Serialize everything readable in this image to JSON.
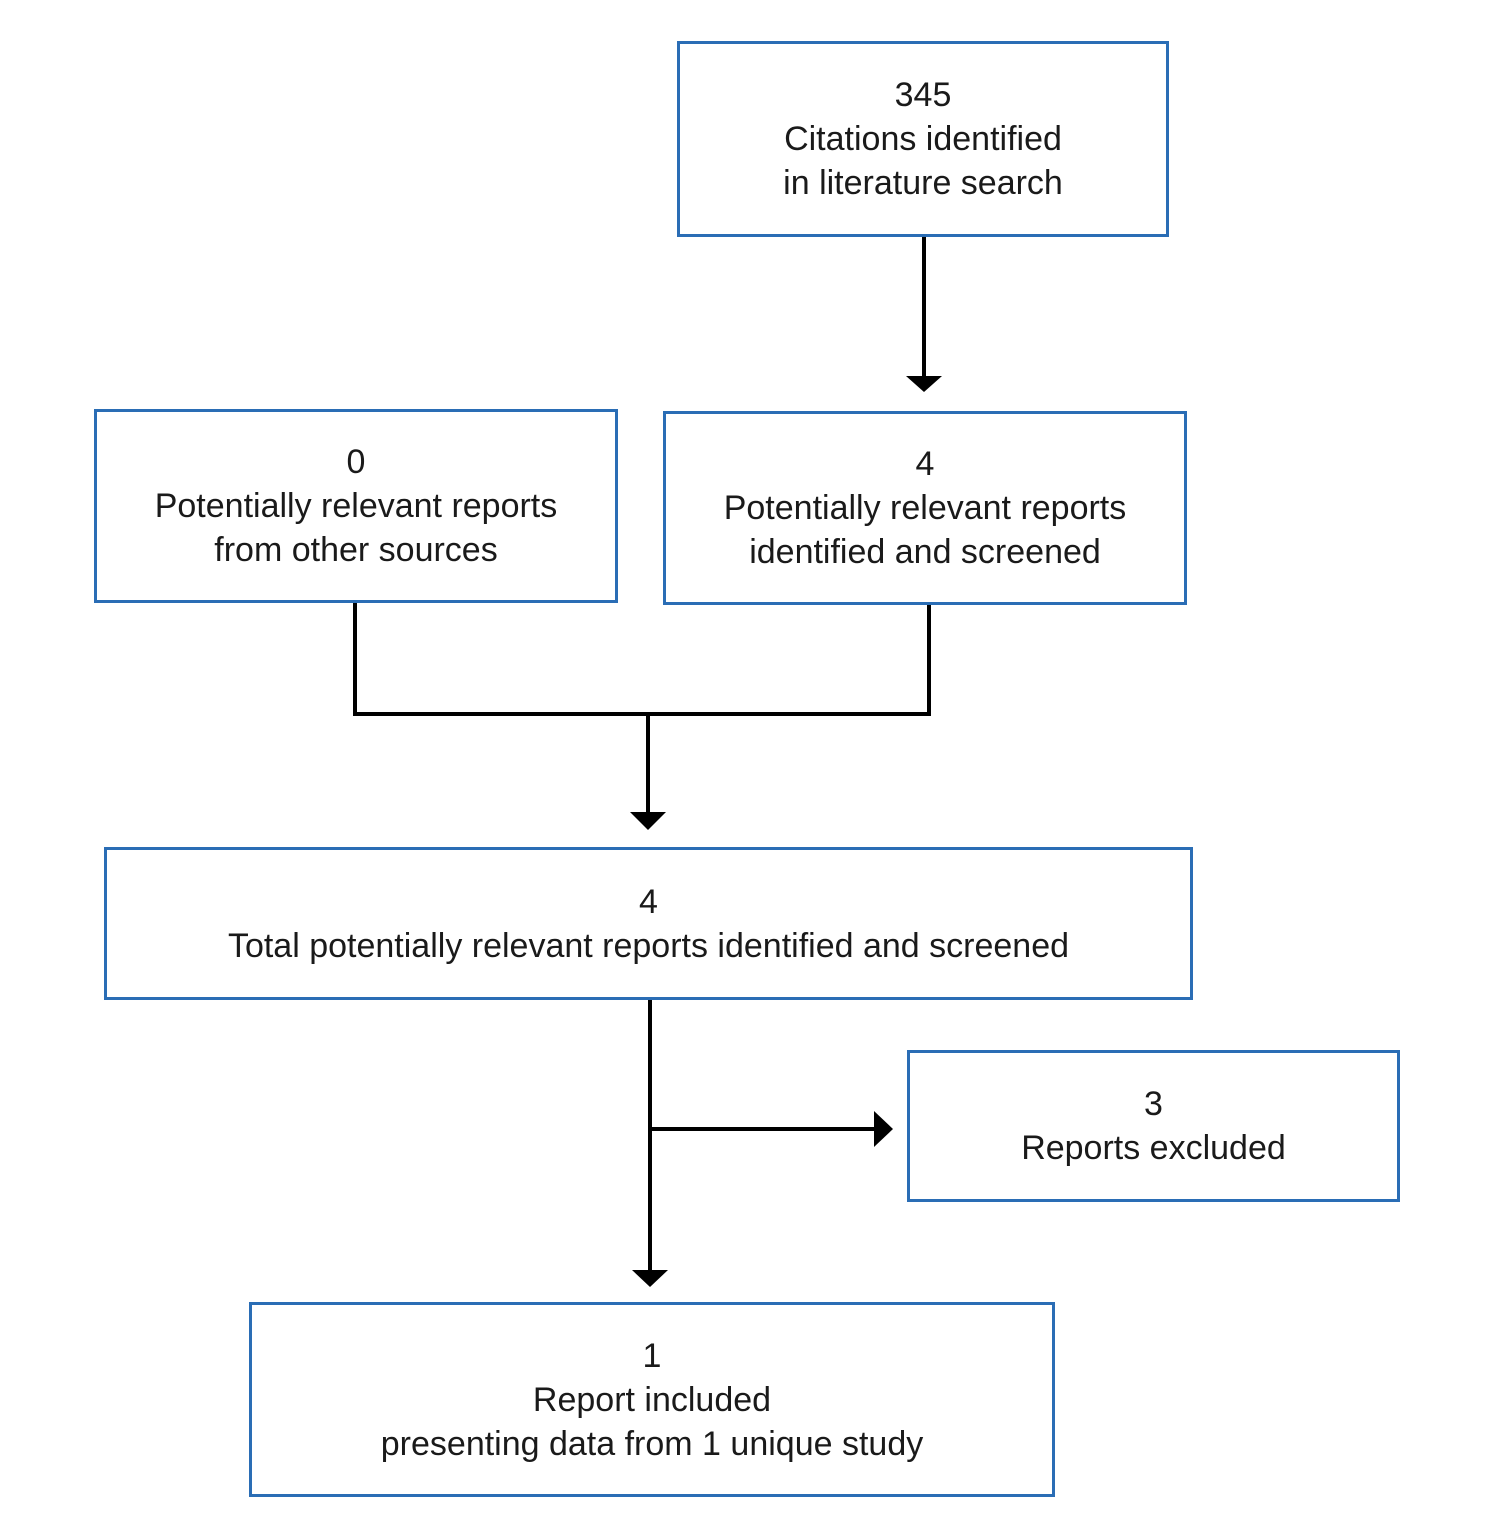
{
  "boxes": {
    "citations": {
      "count": "345",
      "line1": "Citations identified",
      "line2": "in literature search"
    },
    "other_sources": {
      "count": "0",
      "line1": "Potentially relevant reports",
      "line2": "from other sources"
    },
    "screened": {
      "count": "4",
      "line1": "Potentially relevant reports",
      "line2": "identified and screened"
    },
    "total": {
      "count": "4",
      "line1": "Total potentially relevant reports identified and screened"
    },
    "excluded": {
      "count": "3",
      "line1": "Reports excluded"
    },
    "included": {
      "count": "1",
      "line1": "Report included",
      "line2": "presenting data from 1 unique study"
    }
  },
  "colors": {
    "box_border": "#2a6db5",
    "connector": "#000000",
    "text": "#1a1a1a"
  }
}
